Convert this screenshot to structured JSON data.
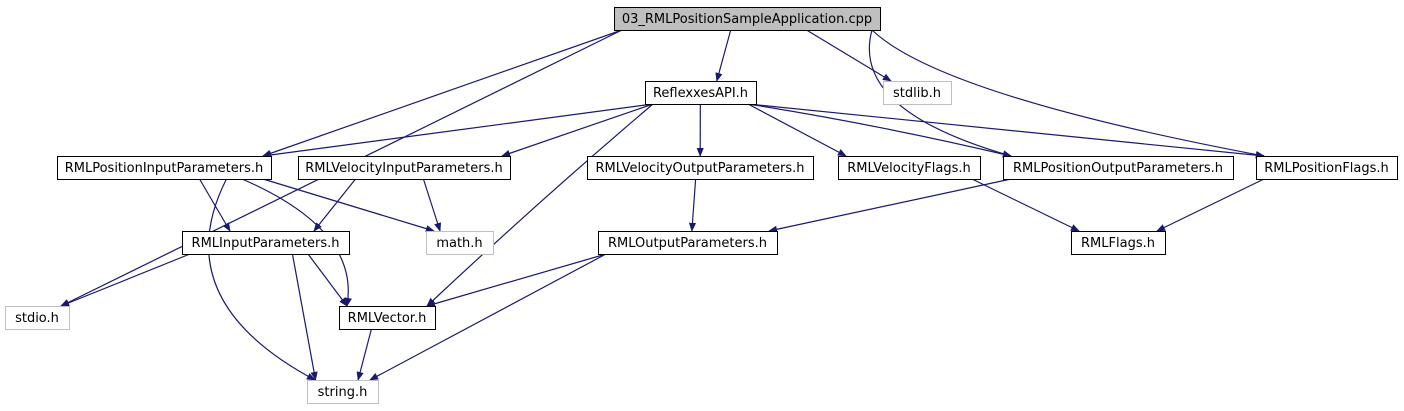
{
  "colors": {
    "edge": "#191970",
    "root_fill": "#bfbfbf",
    "node_border": "#000000",
    "external_border": "#bfbfbf",
    "background": "#ffffff"
  },
  "nodes": [
    {
      "id": "app_cpp",
      "label": "03_RMLPositionSampleApplication.cpp",
      "kind": "root"
    },
    {
      "id": "reflexxes_api",
      "label": "ReflexxesAPI.h",
      "kind": "local"
    },
    {
      "id": "stdlib",
      "label": "stdlib.h",
      "kind": "external"
    },
    {
      "id": "rml_pos_in",
      "label": "RMLPositionInputParameters.h",
      "kind": "local"
    },
    {
      "id": "rml_vel_in",
      "label": "RMLVelocityInputParameters.h",
      "kind": "local"
    },
    {
      "id": "rml_vel_out",
      "label": "RMLVelocityOutputParameters.h",
      "kind": "local"
    },
    {
      "id": "rml_vel_flags",
      "label": "RMLVelocityFlags.h",
      "kind": "local"
    },
    {
      "id": "rml_pos_out",
      "label": "RMLPositionOutputParameters.h",
      "kind": "local"
    },
    {
      "id": "rml_pos_flags",
      "label": "RMLPositionFlags.h",
      "kind": "local"
    },
    {
      "id": "rml_in",
      "label": "RMLInputParameters.h",
      "kind": "local"
    },
    {
      "id": "math",
      "label": "math.h",
      "kind": "external"
    },
    {
      "id": "rml_out",
      "label": "RMLOutputParameters.h",
      "kind": "local"
    },
    {
      "id": "rml_flags",
      "label": "RMLFlags.h",
      "kind": "local"
    },
    {
      "id": "stdio",
      "label": "stdio.h",
      "kind": "external"
    },
    {
      "id": "rml_vector",
      "label": "RMLVector.h",
      "kind": "local"
    },
    {
      "id": "string",
      "label": "string.h",
      "kind": "external"
    }
  ],
  "edges": [
    {
      "from": "app_cpp",
      "to": "reflexxes_api"
    },
    {
      "from": "app_cpp",
      "to": "stdlib"
    },
    {
      "from": "app_cpp",
      "to": "rml_pos_in"
    },
    {
      "from": "app_cpp",
      "to": "stdio"
    },
    {
      "from": "app_cpp",
      "to": "rml_pos_out"
    },
    {
      "from": "app_cpp",
      "to": "rml_pos_flags"
    },
    {
      "from": "reflexxes_api",
      "to": "rml_pos_in"
    },
    {
      "from": "reflexxes_api",
      "to": "rml_vel_in"
    },
    {
      "from": "reflexxes_api",
      "to": "rml_vel_out"
    },
    {
      "from": "reflexxes_api",
      "to": "rml_vel_flags"
    },
    {
      "from": "reflexxes_api",
      "to": "rml_pos_out"
    },
    {
      "from": "reflexxes_api",
      "to": "rml_pos_flags"
    },
    {
      "from": "reflexxes_api",
      "to": "rml_vector"
    },
    {
      "from": "rml_pos_in",
      "to": "rml_in"
    },
    {
      "from": "rml_pos_in",
      "to": "math"
    },
    {
      "from": "rml_pos_in",
      "to": "rml_vector"
    },
    {
      "from": "rml_pos_in",
      "to": "string"
    },
    {
      "from": "rml_vel_in",
      "to": "rml_in"
    },
    {
      "from": "rml_vel_in",
      "to": "math"
    },
    {
      "from": "rml_vel_out",
      "to": "rml_out"
    },
    {
      "from": "rml_vel_flags",
      "to": "rml_flags"
    },
    {
      "from": "rml_pos_out",
      "to": "rml_out"
    },
    {
      "from": "rml_pos_flags",
      "to": "rml_flags"
    },
    {
      "from": "rml_in",
      "to": "stdio"
    },
    {
      "from": "rml_in",
      "to": "rml_vector"
    },
    {
      "from": "rml_in",
      "to": "string"
    },
    {
      "from": "rml_out",
      "to": "rml_vector"
    },
    {
      "from": "rml_out",
      "to": "string"
    },
    {
      "from": "rml_vector",
      "to": "string"
    }
  ]
}
